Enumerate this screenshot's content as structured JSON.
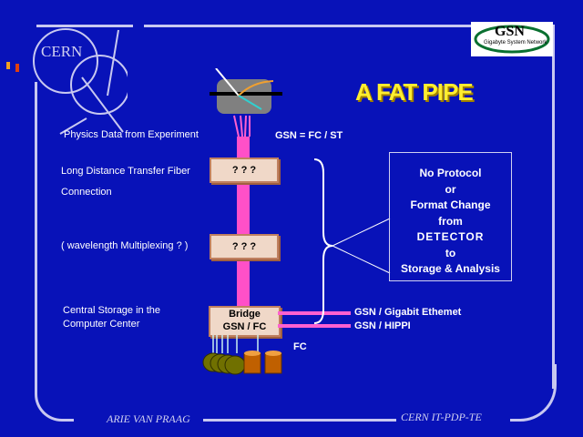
{
  "title": "A FAT PIPE",
  "logo_cern": "CERN",
  "logo_gsn": {
    "big": "GSN",
    "small": "Gigabyte System Network"
  },
  "equation": "GSN  =  FC / ST",
  "labels": {
    "physics": "Physics Data from Experiment",
    "long_distance": "Long Distance Transfer Fiber",
    "connection": "Connection",
    "wavelength": "( wavelength Multiplexing ? )",
    "central1": "Central Storage in the",
    "central2": "Computer Center"
  },
  "boxes": {
    "box1": "? ? ?",
    "box2": "? ? ?",
    "bridge1": "Bridge",
    "bridge2": "GSN / FC"
  },
  "callout": [
    "No Protocol",
    "or",
    "Format Change",
    "from",
    "DETECTOR",
    "to",
    "Storage & Analysis"
  ],
  "links": {
    "ethernet": "GSN / Gigabit Ethemet",
    "hippi": "GSN / HIPPI",
    "fc": "FC"
  },
  "footer": {
    "left": "ARIE VAN PRAAG",
    "right": "CERN IT-PDP-TE"
  }
}
